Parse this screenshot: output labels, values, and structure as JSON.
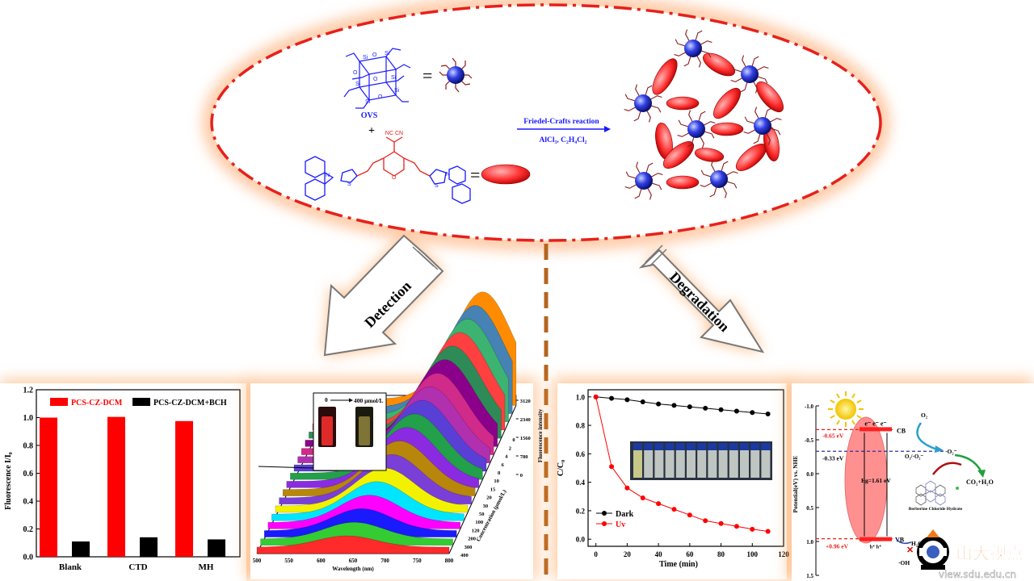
{
  "synthesis": {
    "ovs_label": "OVS",
    "plus": "+",
    "equals": "=",
    "reaction_name": "Friedel-Crafts reaction",
    "conditions": "AlCl₃, C₂H₄Cl₂",
    "cn_label": "NC   CN",
    "atom_si": "Si",
    "atom_o": "O",
    "atom_n": "N",
    "atom_s": "S"
  },
  "arrows": {
    "detection": "Detection",
    "degradation": "Degradation"
  },
  "chart_bar": {
    "type": "bar",
    "categories": [
      "Blank",
      "CTD",
      "MH"
    ],
    "series": [
      {
        "name": "PCS-CZ-DCM",
        "values": [
          1.0,
          1.005,
          0.975
        ],
        "color": "#ff0000"
      },
      {
        "name": "PCS-CZ-DCM+BCH",
        "values": [
          0.11,
          0.14,
          0.125
        ],
        "color": "#000000"
      }
    ],
    "ylabel": "Fluorescence I/I₀",
    "ylim": [
      0,
      1.2
    ],
    "yticks": [
      "0.0",
      "0.2",
      "0.4",
      "0.6",
      "0.8",
      "1.0",
      "1.2"
    ]
  },
  "chart_3d": {
    "type": "area",
    "inset_label_left": "0",
    "inset_label_right": "400 μmol/L",
    "xlabel": "Wavelength (nm)",
    "xticks": [
      "500",
      "550",
      "600",
      "650",
      "700",
      "750",
      "800"
    ],
    "zlabel": "Fluorescence intensity",
    "zticks": [
      "0",
      "780",
      "1560",
      "2340",
      "3120"
    ],
    "ylabel": "Concentration (μmol/L)",
    "yticks": [
      "0",
      "2",
      "4",
      "6",
      "8",
      "10",
      "15",
      "20",
      "30",
      "50",
      "100",
      "120",
      "200",
      "300",
      "400"
    ],
    "colors": [
      "#ff2a2a",
      "#33cc33",
      "#1a1aff",
      "#ff00ff",
      "#00e5ff",
      "#f2f200",
      "#7a3fd6",
      "#b8860b",
      "#8a2be2",
      "#22a04a",
      "#5a3fd6",
      "#b030b0",
      "#d02a8a",
      "#8b008b",
      "#2e8b57",
      "#ff4040",
      "#3cb371",
      "#4682b4",
      "#ff8c00"
    ]
  },
  "chart_line": {
    "type": "line",
    "xlabel": "Time (min)",
    "ylabel": "C/C₀",
    "xlim": [
      -5,
      120
    ],
    "ylim": [
      -0.05,
      1.05
    ],
    "xticks": [
      "0",
      "20",
      "40",
      "60",
      "80",
      "100",
      "120"
    ],
    "yticks": [
      "0.0",
      "0.2",
      "0.4",
      "0.6",
      "0.8",
      "1.0"
    ],
    "x": [
      0,
      10,
      20,
      30,
      40,
      50,
      60,
      70,
      80,
      90,
      100,
      110
    ],
    "series": [
      {
        "name": "Dark",
        "color": "#000000",
        "values": [
          1.0,
          0.99,
          0.98,
          0.965,
          0.95,
          0.94,
          0.93,
          0.92,
          0.91,
          0.9,
          0.89,
          0.88
        ]
      },
      {
        "name": "Uv",
        "color": "#ff0000",
        "values": [
          1.0,
          0.51,
          0.36,
          0.29,
          0.25,
          0.21,
          0.17,
          0.13,
          0.11,
          0.09,
          0.07,
          0.055
        ]
      }
    ]
  },
  "band": {
    "ylabel": "Potential(eV) vs. NHE",
    "yticks": [
      "-1.0",
      "-0.5",
      "0.0",
      "0.5",
      "1.0",
      "1.5"
    ],
    "cb_value": "-0.65 eV",
    "o2_value": "-0.33 eV",
    "vb_value": "+0.96 eV",
    "gap": "Eg=1.61 eV",
    "cb": "CB",
    "vb": "VB",
    "electrons": "e⁻ e⁻ e⁻",
    "holes": "h⁺ h⁺",
    "o2": "O₂",
    "o2_couple": "O₂/·O₂⁻",
    "superoxide": "·O₂⁻",
    "products": "CO₂+H₂O",
    "pollutant": "Berberine Chloride Hydrate",
    "h2o": "H₂O",
    "oh": "·OH"
  },
  "watermark": {
    "text": "山大视点",
    "url": "view.sdu.edu.cn"
  }
}
